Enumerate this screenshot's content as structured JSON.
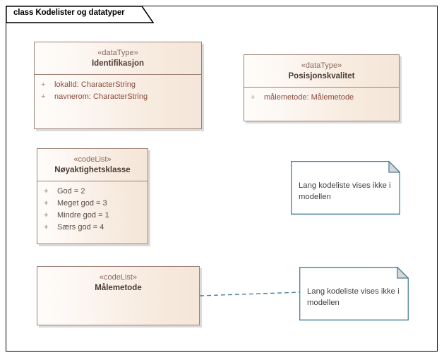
{
  "diagram": {
    "title": "class Kodelister og datatyper",
    "frame_border_color": "#000000",
    "class_border_color": "#9e7f76",
    "note_border_color": "#4a7f96",
    "connector_color": "#4a7f96"
  },
  "classes": [
    {
      "id": "identifikasjon",
      "stereotype": "«dataType»",
      "name": "Identifikasjon",
      "attributes": [
        {
          "visibility": "+",
          "text": "lokalId: CharacterString"
        },
        {
          "visibility": "+",
          "text": "navnerom: CharacterString"
        }
      ]
    },
    {
      "id": "posisjonskvalitet",
      "stereotype": "«dataType»",
      "name": "Posisjonskvalitet",
      "attributes": [
        {
          "visibility": "+",
          "text": "målemetode: Målemetode"
        }
      ]
    },
    {
      "id": "noyaktighetsklasse",
      "stereotype": "«codeList»",
      "name": "Nøyaktighetsklasse",
      "attributes": [
        {
          "visibility": "+",
          "text": "God = 2"
        },
        {
          "visibility": "+",
          "text": "Meget god = 3"
        },
        {
          "visibility": "+",
          "text": "Mindre god = 1"
        },
        {
          "visibility": "+",
          "text": "Særs god = 4"
        }
      ]
    },
    {
      "id": "malemetode",
      "stereotype": "«codeList»",
      "name": "Målemetode",
      "attributes": []
    }
  ],
  "notes": [
    {
      "id": "note-noyaktighetsklasse",
      "line1": "Lang kodeliste vises ikke i",
      "line2": "modellen"
    },
    {
      "id": "note-malemetode",
      "line1": "Lang kodeliste vises ikke i",
      "line2": "modellen"
    }
  ]
}
